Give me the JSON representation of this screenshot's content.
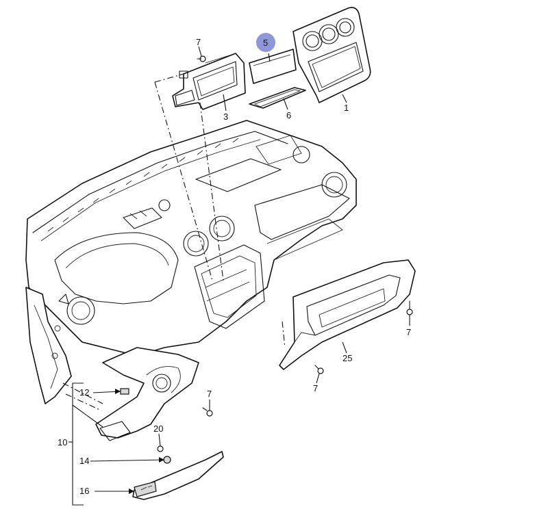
{
  "diagram": {
    "highlight_color": "#8e97d8",
    "line_color": "#111111",
    "labels": {
      "p1": "1",
      "p3": "3",
      "p5": "5",
      "p6": "6",
      "p7a": "7",
      "p7b": "7",
      "p7c": "7",
      "p7d": "7",
      "p10": "10",
      "p12": "12",
      "p14": "14",
      "p16": "16",
      "p20": "20",
      "p25": "25"
    }
  }
}
